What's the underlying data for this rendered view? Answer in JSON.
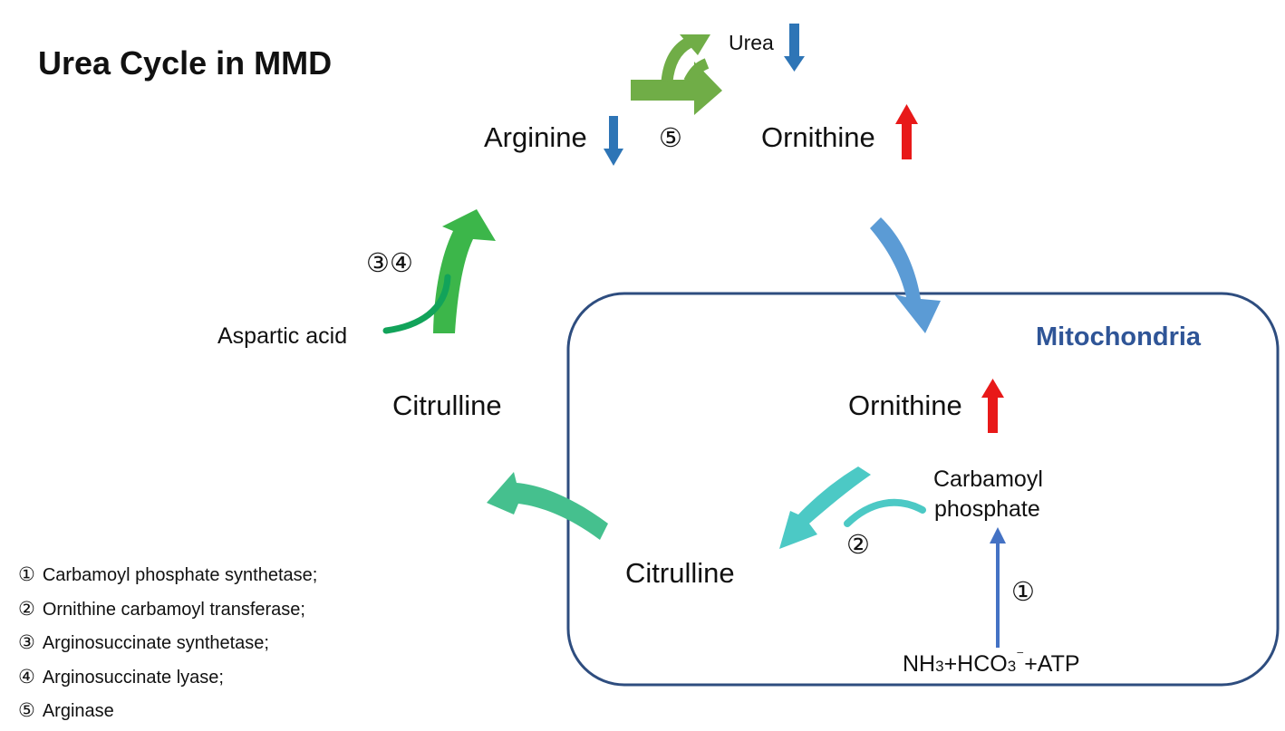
{
  "title": "Urea Cycle in MMD",
  "compartment": {
    "label": "Mitochondria"
  },
  "nodes": {
    "urea": "Urea",
    "arginine": "Arginine",
    "ornithine_cytosol": "Ornithine",
    "ornithine_mito": "Ornithine",
    "citrulline_cytosol": "Citrulline",
    "citrulline_mito": "Citrulline",
    "aspartic_acid": "Aspartic acid",
    "carbamoyl_line1": "Carbamoyl",
    "carbamoyl_line2": "phosphate",
    "substrates": {
      "nh": "NH",
      "nh_sub": "3",
      "hco": "+HCO",
      "hco_sub": "3",
      "charge": "⁻",
      "atp": "+ATP"
    }
  },
  "step_markers": {
    "s1": "①",
    "s2": "②",
    "s34": "③④",
    "s5": "⑤"
  },
  "indicators": {
    "urea": "down",
    "arginine": "down",
    "ornithine_cytosol": "up",
    "ornithine_mito": "up"
  },
  "legend": [
    {
      "num": "①",
      "text": "Carbamoyl phosphate synthetase;"
    },
    {
      "num": "②",
      "text": "Ornithine carbamoyl transferase;"
    },
    {
      "num": "③",
      "text": "Arginosuccinate synthetase;"
    },
    {
      "num": "④",
      "text": "Arginosuccinate lyase;"
    },
    {
      "num": "⑤",
      "text": "Arginase"
    }
  ],
  "colors": {
    "compartment_border": "#2e4d7f",
    "compartment_label": "#2f5597",
    "arrow_ornithine_transport": "#5b9bd5",
    "arrow_citrulline_export": "#45c08e",
    "arrow_carbamoyl": "#4cc9c5",
    "arrow_arginase": "#70ad47",
    "arrow_synthesis": "#3cb64a",
    "arrow_aspartate": "#12a35a",
    "arrow_cps": "#4472c4",
    "indicator_down": "#2e75b6",
    "indicator_up": "#e81919"
  }
}
